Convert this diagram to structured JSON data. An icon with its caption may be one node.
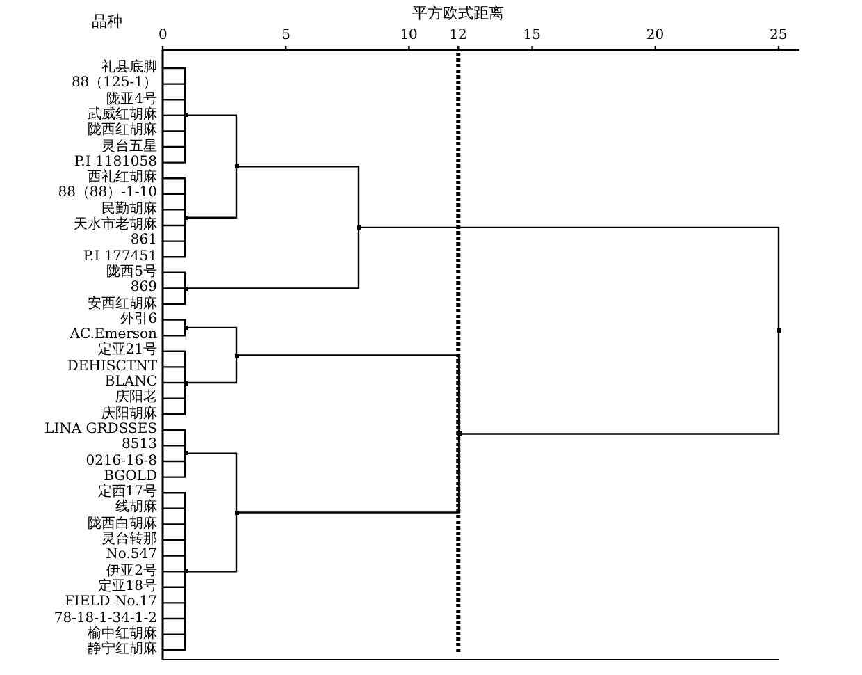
{
  "diagram": {
    "nodes": [
      {
        "text": [
          "礼县底脚"
        ]
      },
      {
        "text": [
          "88（125-1）"
        ]
      },
      {
        "text": [
          "陇亚4号"
        ]
      },
      {
        "text": [
          "武威红胡麻"
        ]
      },
      {
        "text": [
          "陇西红胡麻"
        ]
      },
      {
        "text": [
          "灵台五星"
        ]
      },
      {
        "text": [
          "P.I 1181058"
        ]
      },
      {
        "text": [
          "西礼红胡麻"
        ]
      },
      {
        "text": [
          "88（88）-1-10"
        ]
      },
      {
        "text": [
          "民勤胡麻"
        ]
      },
      {
        "text": [
          "天水市老胡麻"
        ]
      },
      {
        "text": [
          "861"
        ]
      },
      {
        "text": [
          "P.I 177451"
        ]
      },
      {
        "text": [
          "陇西5号"
        ]
      },
      {
        "text": [
          "869"
        ]
      },
      {
        "text": [
          "安西红胡麻"
        ]
      },
      {
        "text": [
          "外引6"
        ]
      },
      {
        "text": [
          "AC.Emerson"
        ]
      },
      {
        "text": [
          "定亚21号"
        ]
      },
      {
        "text": [
          "DEHISCTNT"
        ]
      },
      {
        "text": [
          "BLANC"
        ]
      },
      {
        "text": [
          "庆阳老"
        ]
      },
      {
        "text": [
          "庆阳胡麻"
        ]
      },
      {
        "text": [
          "LINA GRDSSES"
        ]
      },
      {
        "text": [
          "8513"
        ]
      },
      {
        "text": [
          "0216-16-8"
        ]
      },
      {
        "text": [
          "BGOLD"
        ]
      },
      {
        "text": [
          "定西17号"
        ]
      },
      {
        "text": [
          "线胡麻"
        ]
      },
      {
        "text": [
          "陇西白胡麻"
        ]
      },
      {
        "text": [
          "灵台转那"
        ]
      },
      {
        "text": [
          "No.547"
        ]
      },
      {
        "text": [
          "伊亚2号"
        ]
      },
      {
        "text": [
          "定亚18号"
        ]
      },
      {
        "text": [
          "FIELD No.17"
        ]
      },
      {
        "text": [
          "78-18-1-34-1-2"
        ]
      },
      {
        "text": [
          "榆中红胡麻"
        ]
      },
      {
        "text": [
          "静宁红胡麻"
        ]
      },
      {
        "text": [],
        "shape": "point"
      },
      {
        "text": [],
        "shape": "point"
      },
      {
        "text": [],
        "shape": "point"
      },
      {
        "text": [],
        "shape": "point"
      },
      {
        "text": [],
        "shape": "point"
      },
      {
        "text": [],
        "shape": "point"
      },
      {
        "text": [],
        "shape": "point"
      },
      {
        "text": [],
        "shape": "point"
      },
      {
        "text": [],
        "shape": "point"
      },
      {
        "text": [],
        "shape": "point"
      },
      {
        "text": [],
        "shape": "point"
      },
      {
        "text": [],
        "shape": "point"
      },
      {
        "text": [],
        "shape": "point"
      }
    ],
    "edges": [
      {
        "from": 0,
        "to": 38,
        "arrow": "none"
      },
      {
        "from": 1,
        "to": 38,
        "arrow": "none"
      },
      {
        "from": 2,
        "to": 38,
        "arrow": "none"
      },
      {
        "from": 3,
        "to": 38,
        "arrow": "none"
      },
      {
        "from": 4,
        "to": 38,
        "arrow": "none"
      },
      {
        "from": 5,
        "to": 38,
        "arrow": "none"
      },
      {
        "from": 6,
        "to": 38,
        "arrow": "none"
      },
      {
        "from": 7,
        "to": 39,
        "arrow": "none"
      },
      {
        "from": 8,
        "to": 39,
        "arrow": "none"
      },
      {
        "from": 9,
        "to": 39,
        "arrow": "none"
      },
      {
        "from": 10,
        "to": 39,
        "arrow": "none"
      },
      {
        "from": 11,
        "to": 39,
        "arrow": "none"
      },
      {
        "from": 12,
        "to": 39,
        "arrow": "none"
      },
      {
        "from": 13,
        "to": 40,
        "arrow": "none"
      },
      {
        "from": 14,
        "to": 40,
        "arrow": "none"
      },
      {
        "from": 15,
        "to": 40,
        "arrow": "none"
      },
      {
        "from": 16,
        "to": 41,
        "arrow": "none"
      },
      {
        "from": 17,
        "to": 41,
        "arrow": "none"
      },
      {
        "from": 18,
        "to": 42,
        "arrow": "none"
      },
      {
        "from": 19,
        "to": 42,
        "arrow": "none"
      },
      {
        "from": 20,
        "to": 42,
        "arrow": "none"
      },
      {
        "from": 21,
        "to": 42,
        "arrow": "none"
      },
      {
        "from": 22,
        "to": 42,
        "arrow": "none"
      },
      {
        "from": 23,
        "to": 43,
        "arrow": "none"
      },
      {
        "from": 24,
        "to": 43,
        "arrow": "none"
      },
      {
        "from": 25,
        "to": 43,
        "arrow": "none"
      },
      {
        "from": 26,
        "to": 43,
        "arrow": "none"
      },
      {
        "from": 27,
        "to": 44,
        "arrow": "none"
      },
      {
        "from": 28,
        "to": 44,
        "arrow": "none"
      },
      {
        "from": 29,
        "to": 44,
        "arrow": "none"
      },
      {
        "from": 30,
        "to": 44,
        "arrow": "none"
      },
      {
        "from": 31,
        "to": 44,
        "arrow": "none"
      },
      {
        "from": 32,
        "to": 44,
        "arrow": "none"
      },
      {
        "from": 33,
        "to": 44,
        "arrow": "none"
      },
      {
        "from": 34,
        "to": 44,
        "arrow": "none"
      },
      {
        "from": 35,
        "to": 44,
        "arrow": "none"
      },
      {
        "from": 36,
        "to": 44,
        "arrow": "none"
      },
      {
        "from": 37,
        "to": 44,
        "arrow": "none"
      },
      {
        "from": 38,
        "to": 45,
        "arrow": "none"
      },
      {
        "from": 39,
        "to": 45,
        "arrow": "none"
      },
      {
        "from": 45,
        "to": 46,
        "arrow": "none"
      },
      {
        "from": 40,
        "to": 46,
        "arrow": "none"
      },
      {
        "from": 41,
        "to": 47,
        "arrow": "none"
      },
      {
        "from": 42,
        "to": 47,
        "arrow": "none"
      },
      {
        "from": 43,
        "to": 48,
        "arrow": "none"
      },
      {
        "from": 44,
        "to": 48,
        "arrow": "none"
      },
      {
        "from": 47,
        "to": 49,
        "arrow": "none"
      },
      {
        "from": 48,
        "to": 49,
        "arrow": "none"
      },
      {
        "from": 46,
        "to": 50,
        "arrow": "none"
      },
      {
        "from": 49,
        "to": 50,
        "arrow": "none"
      }
    ],
    "labels": [
      "品种",
      "平方欧式距离",
      "0",
      "5",
      "10",
      "12",
      "15",
      "20",
      "25"
    ]
  }
}
